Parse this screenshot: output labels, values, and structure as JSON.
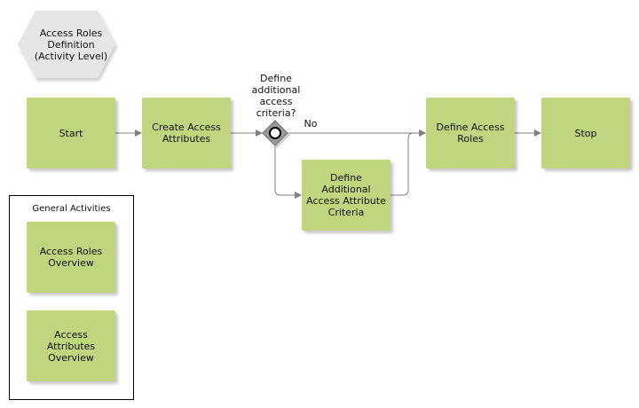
{
  "diagram": {
    "header_event": "Access Roles\nDefinition\n(Activity Level)",
    "nodes": {
      "start": "Start",
      "create_access_attributes": "Create Access\nAttributes",
      "define_additional_criteria": "Define\nAdditional\nAccess Attribute\nCriteria",
      "define_access_roles": "Define Access\nRoles",
      "stop": "Stop"
    },
    "gateway": {
      "question": "Define\nadditional\naccess\ncriteria?",
      "no_label": "No"
    },
    "group": {
      "title": "General Activities",
      "items": [
        "Access Roles\nOverview",
        "Access\nAttributes\nOverview"
      ]
    },
    "colors": {
      "activity_fill": "#bfd67e",
      "hexagon_fill": "#e6e6e6",
      "connector": "#808080",
      "gateway_fill": "#9a9a9a"
    }
  }
}
